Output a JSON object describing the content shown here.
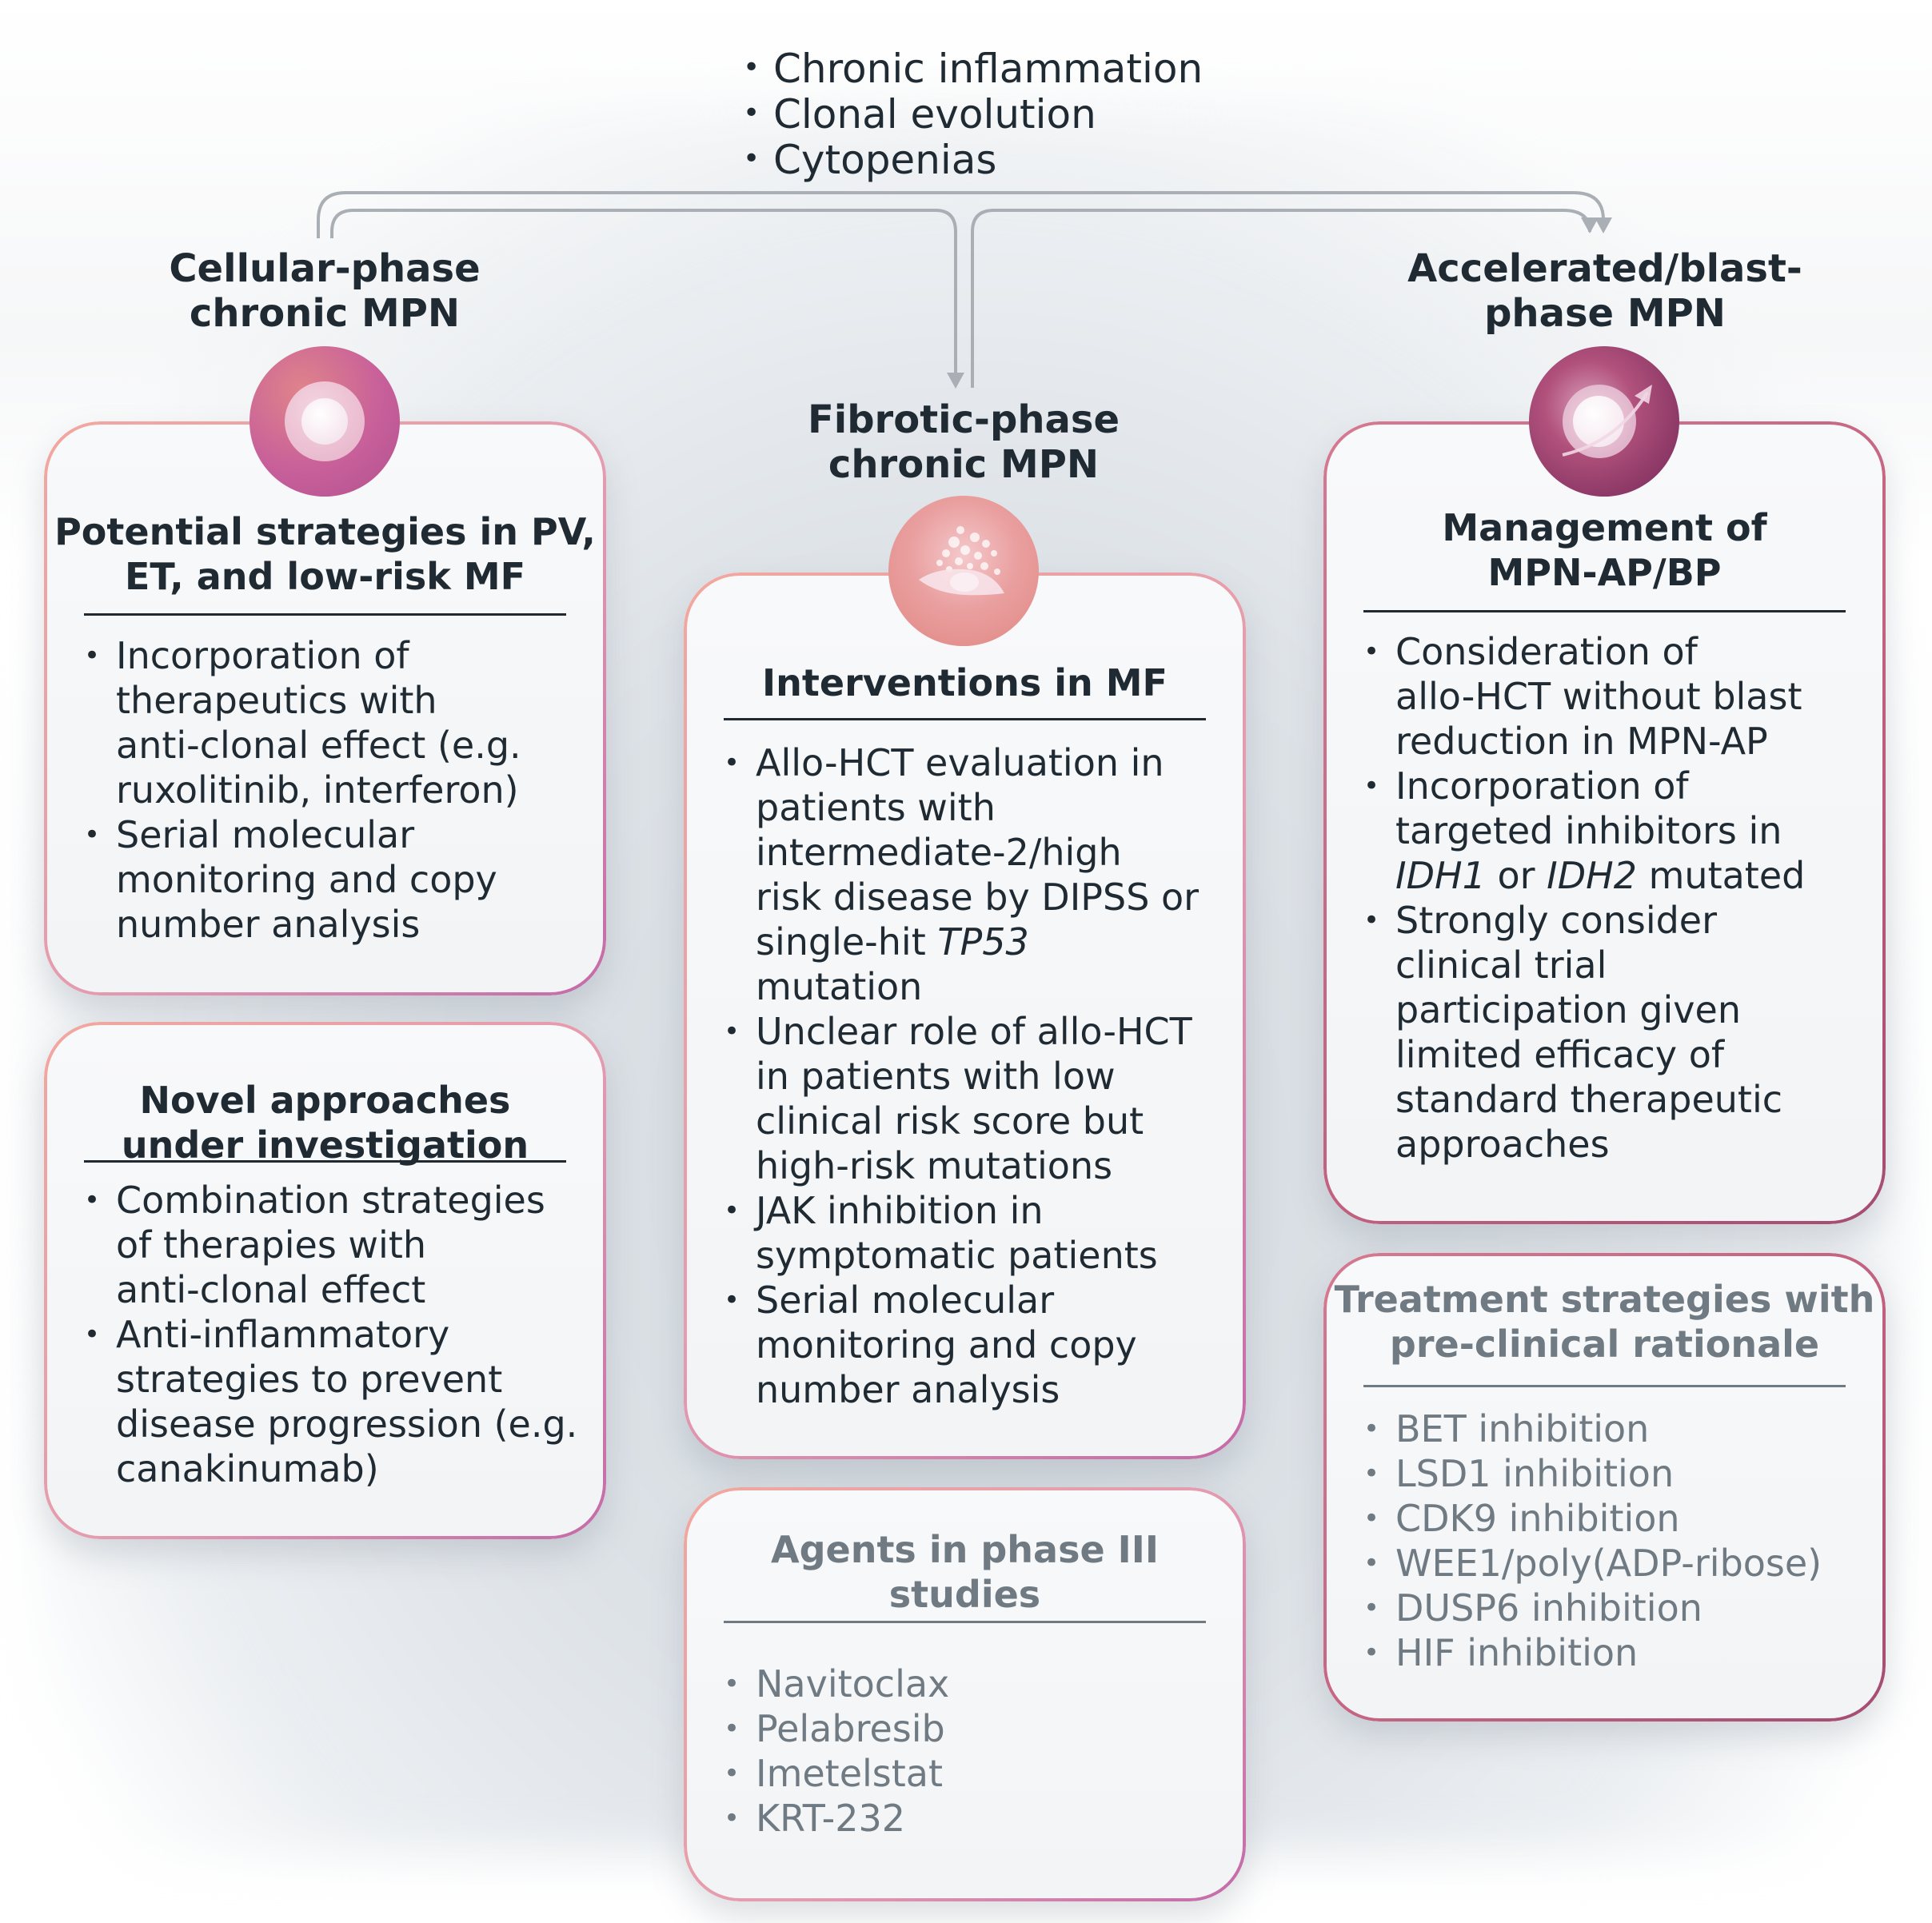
{
  "top_factors": [
    "Chronic inflammation",
    "Clonal evolution",
    "Cytopenias"
  ],
  "colors": {
    "text_dark": "#1f2a33",
    "text_muted": "#6f7a82",
    "connector": "#a9afb5",
    "border_salmon": "#f2a89e",
    "border_mauve": "#c46aa8",
    "icon_cellular": "#b95596",
    "icon_fibrotic": "#e59a98",
    "icon_blast": "#8c3565"
  },
  "columns": {
    "cellular": {
      "title_line1": "Cellular-phase",
      "title_line2": "chronic MPN",
      "icon": "cell-nucleus-icon",
      "box1": {
        "header_line1": "Potential strategies in PV,",
        "header_line2": "ET, and low-risk MF",
        "items": [
          {
            "lines": [
              "Incorporation of",
              "therapeutics with",
              "anti-clonal effect (e.g.",
              "ruxolitinib, interferon)"
            ]
          },
          {
            "lines": [
              "Serial molecular",
              "monitoring and copy",
              "number analysis"
            ]
          }
        ]
      },
      "box2": {
        "header_line1": "Novel approaches",
        "header_line2": "under investigation",
        "items": [
          {
            "lines": [
              "Combination strategies",
              "of therapies with",
              "anti-clonal effect"
            ]
          },
          {
            "lines": [
              "Anti-inflammatory",
              "strategies to prevent",
              "disease progression (e.g.",
              "canakinumab)"
            ]
          }
        ]
      }
    },
    "fibrotic": {
      "title_line1": "Fibrotic-phase",
      "title_line2": "chronic MPN",
      "icon": "fibrotic-cell-icon",
      "box1": {
        "header": "Interventions in MF",
        "items": [
          {
            "lines": [
              "Allo-HCT evaluation in",
              "patients with",
              "intermediate-2/high",
              "risk disease by DIPSS or"
            ],
            "line5_prefix": "single-hit ",
            "line5_italic": "TP53",
            "line6": "mutation"
          },
          {
            "lines": [
              "Unclear role of allo-HCT",
              "in patients with low",
              "clinical risk score but",
              "high-risk mutations"
            ]
          },
          {
            "lines": [
              "JAK inhibition in",
              "symptomatic patients"
            ]
          },
          {
            "lines": [
              "Serial molecular",
              "monitoring and copy",
              "number analysis"
            ]
          }
        ]
      },
      "box2": {
        "header_line1": "Agents in phase III",
        "header_line2": "studies",
        "items": [
          "Navitoclax",
          "Pelabresib",
          "Imetelstat",
          "KRT-232"
        ]
      }
    },
    "blast": {
      "title_line1": "Accelerated/blast-",
      "title_line2": "phase MPN",
      "icon": "blast-cell-arrow-icon",
      "box1": {
        "header_line1": "Management of",
        "header_line2": "MPN-AP/BP",
        "items": [
          {
            "lines": [
              "Consideration of",
              "allo-HCT without blast",
              "reduction in MPN-AP"
            ]
          },
          {
            "lines": [
              "Incorporation of",
              "targeted inhibitors in"
            ],
            "line3_italic1": "IDH1",
            "line3_mid": " or ",
            "line3_italic2": "IDH2",
            "line3_suffix": " mutated"
          },
          {
            "lines": [
              "Strongly consider",
              "clinical trial",
              "participation given",
              "limited efficacy of",
              "standard therapeutic",
              "approaches"
            ]
          }
        ]
      },
      "box2": {
        "header_line1": "Treatment strategies with",
        "header_line2": "pre-clinical rationale",
        "items": [
          "BET inhibition",
          "LSD1 inhibition",
          "CDK9 inhibition",
          "WEE1/poly(ADP-ribose)",
          "DUSP6 inhibition",
          "HIF inhibition"
        ]
      }
    }
  }
}
